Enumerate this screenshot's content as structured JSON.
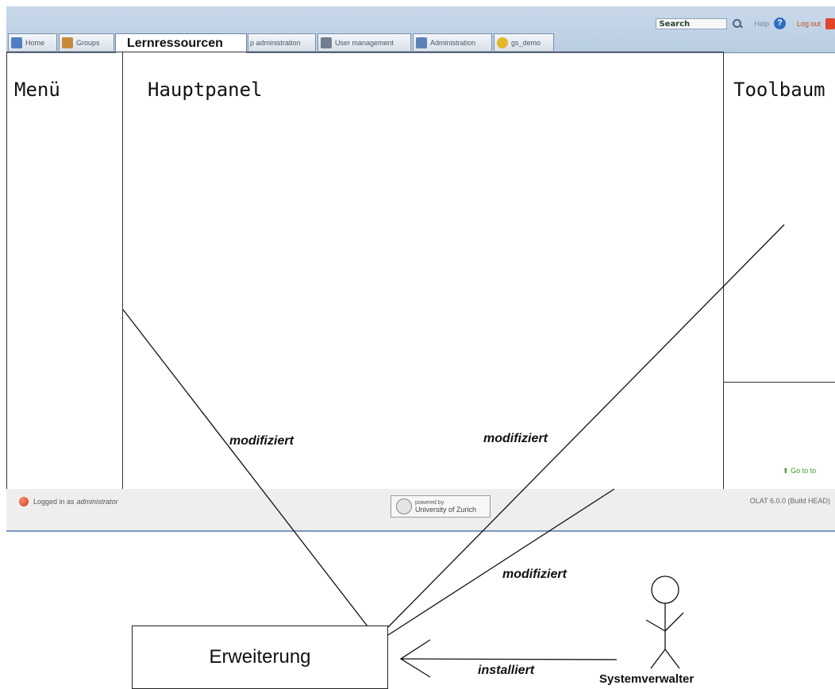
{
  "screenshot": {
    "search_label": "Search",
    "help_label": "Help",
    "logout_label": "Log out",
    "tabs": [
      {
        "label": "Home"
      },
      {
        "label": "Groups"
      },
      {
        "label": "p administration"
      },
      {
        "label": "User management"
      },
      {
        "label": "Administration"
      },
      {
        "label": "gs_demo"
      }
    ],
    "active_tab_label": "Lernressourcen",
    "footer_logged_in_prefix": "Logged in as",
    "footer_logged_in_user": "administrator",
    "powered_by_line1": "powered by",
    "powered_by_line2": "University of Zurich",
    "version": "OLAT 6.0.0 (Build HEAD)",
    "go_to_top": "Go to to"
  },
  "areas": {
    "menu": "Menü",
    "main_panel": "Hauptpanel",
    "toolbox": "Toolbaum"
  },
  "diagram": {
    "component": "Erweiterung",
    "actor": "Systemverwalter",
    "edges": {
      "modifies_menu": "modifiziert",
      "modifies_main": "modifiziert",
      "modifies_footer": "modifiziert",
      "installs": "installiert"
    }
  },
  "colors": {
    "header_bg": "#c0d3e7",
    "tab_border": "#7c8fa8",
    "logout": "#cc4b18",
    "help_icon": "#2e6fc6",
    "footer_bg": "#eeeeee",
    "go_to_top": "#3f9a2c"
  }
}
